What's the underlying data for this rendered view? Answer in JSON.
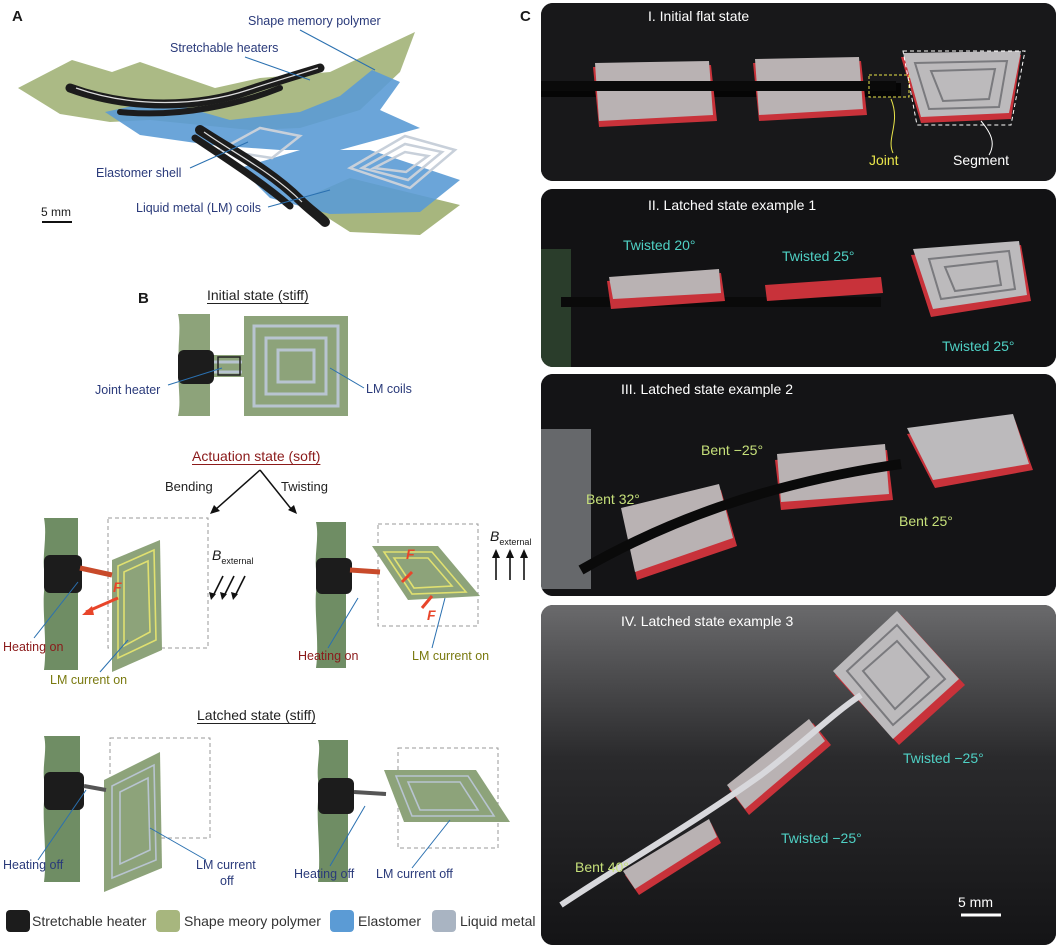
{
  "panelA": {
    "letter": "A",
    "labels": {
      "smp": "Shape memory polymer",
      "heaters": "Stretchable heaters",
      "shell": "Elastomer shell",
      "coils": "Liquid metal (LM) coils",
      "scale": "5 mm"
    }
  },
  "panelB": {
    "letter": "B",
    "initial_title": "Initial state (stiff)",
    "joint_heater": "Joint heater",
    "lm_coils": "LM coils",
    "actuation_title": "Actuation state (soft)",
    "bending": "Bending",
    "twisting": "Twisting",
    "b_symbol": "B",
    "b_sub": "external",
    "force": "F",
    "heating_on": "Heating on",
    "lm_current_on": "LM current on",
    "latched_title": "Latched state (stiff)",
    "heating_off": "Heating off",
    "lm_current_off_a": "LM current",
    "lm_current_off_b": "off",
    "lm_current_off": "LM current off"
  },
  "panelC": {
    "letter": "C",
    "p1": {
      "title": "I. Initial flat state",
      "joint": "Joint",
      "segment": "Segment"
    },
    "p2": {
      "title": "II. Latched state example 1",
      "a": "Twisted 20°",
      "b": "Twisted 25°",
      "c": "Twisted 25°"
    },
    "p3": {
      "title": "III. Latched state example 2",
      "a": "Bent 32°",
      "b": "Bent −25°",
      "c": "Bent 25°"
    },
    "p4": {
      "title": "IV. Latched state example 3",
      "a": "Twisted −25°",
      "b": "Twisted −25°",
      "c": "Bent 40°",
      "scale": "5 mm"
    }
  },
  "legend": [
    {
      "label": "Stretchable heater",
      "color": "#1c1c1c"
    },
    {
      "label": "Shape meory polymer",
      "color": "#a7b67e"
    },
    {
      "label": "Elastomer",
      "color": "#5b9bd5"
    },
    {
      "label": "Liquid metal",
      "color": "#a9b4c2"
    }
  ],
  "colors": {
    "smp": "#a7b67e",
    "elastomer": "#5b9bd5",
    "heater": "#1c1c1c",
    "lm": "#a9b4c2",
    "segment_red": "#c8323a",
    "cyan": "#4fd1c5",
    "lime": "#c6e07a",
    "yellow": "#e8e44a"
  }
}
